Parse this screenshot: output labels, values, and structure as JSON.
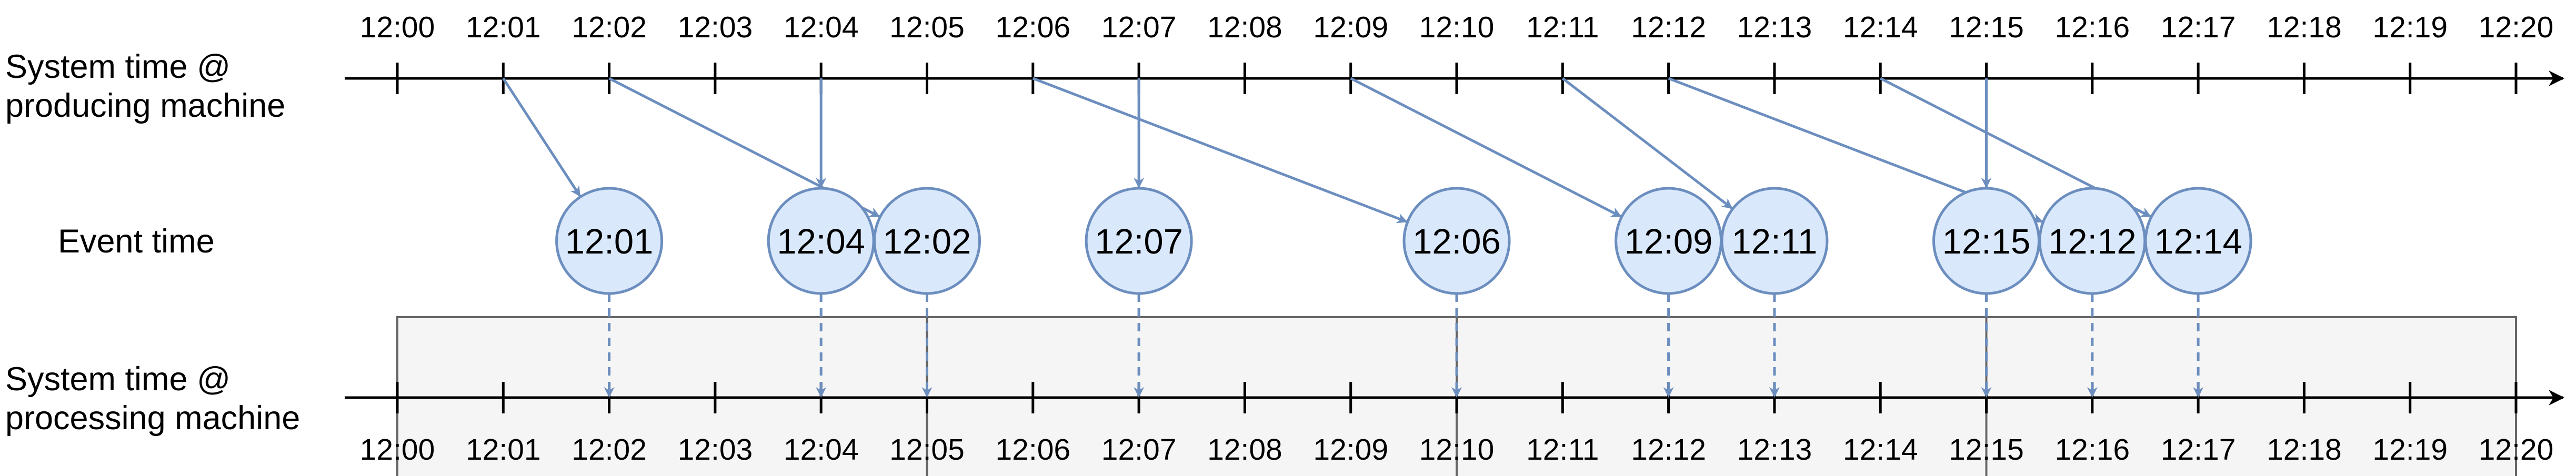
{
  "labels": {
    "producing_line1": "System time @",
    "producing_line2": "producing machine",
    "event_time": "Event time",
    "processing_line1": "System time @",
    "processing_line2": "processing machine"
  },
  "time_axis": {
    "ticks": [
      "12:00",
      "12:01",
      "12:02",
      "12:03",
      "12:04",
      "12:05",
      "12:06",
      "12:07",
      "12:08",
      "12:09",
      "12:10",
      "12:11",
      "12:12",
      "12:13",
      "12:14",
      "12:15",
      "12:16",
      "12:17",
      "12:18",
      "12:19",
      "12:20"
    ]
  },
  "windows": [
    {
      "start": "12:00",
      "end": "12:05"
    },
    {
      "start": "12:05",
      "end": "12:10"
    },
    {
      "start": "12:10",
      "end": "12:15"
    },
    {
      "start": "12:15",
      "end": "12:20"
    }
  ],
  "events": [
    {
      "label": "12:01",
      "produced": "12:01",
      "processed": "12:02"
    },
    {
      "label": "12:04",
      "produced": "12:04",
      "processed": "12:04"
    },
    {
      "label": "12:02",
      "produced": "12:02",
      "processed": "12:05"
    },
    {
      "label": "12:07",
      "produced": "12:07",
      "processed": "12:07"
    },
    {
      "label": "12:06",
      "produced": "12:06",
      "processed": "12:10"
    },
    {
      "label": "12:09",
      "produced": "12:09",
      "processed": "12:12"
    },
    {
      "label": "12:11",
      "produced": "12:11",
      "processed": "12:13"
    },
    {
      "label": "12:15",
      "produced": "12:15",
      "processed": "12:15"
    },
    {
      "label": "12:12",
      "produced": "12:12",
      "processed": "12:16"
    },
    {
      "label": "12:14",
      "produced": "12:14",
      "processed": "12:17"
    }
  ],
  "colors": {
    "circle_fill": "#dae8fc",
    "circle_stroke": "#6c8ebf",
    "arrow": "#6c8ebf",
    "window_fill": "#f5f5f5",
    "window_stroke": "#666666",
    "axis": "#000000"
  }
}
